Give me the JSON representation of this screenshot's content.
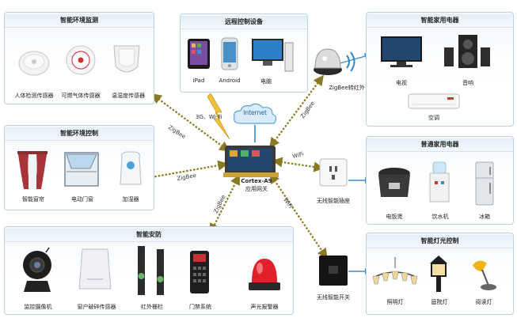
{
  "panels": {
    "env_monitor": {
      "title": "智能环境监测",
      "items": [
        "人体检测传感器",
        "可燃气体传感器",
        "温湿度传感器"
      ]
    },
    "env_control": {
      "title": "智能环境控制",
      "items": [
        "智能窗帘",
        "电动门窗",
        "加湿器"
      ]
    },
    "security": {
      "title": "智能安防",
      "items": [
        "监控摄像机",
        "窗户破碎传感器",
        "红外栅栏",
        "门禁系统",
        "声光报警器"
      ]
    },
    "remote": {
      "title": "远程控制设备",
      "items": [
        "iPad",
        "Android",
        "电脑"
      ]
    },
    "smart_appliance": {
      "title": "智能家用电器",
      "items": [
        "电视",
        "音响",
        "空调"
      ]
    },
    "normal_appliance": {
      "title": "普通家用电器",
      "items": [
        "电饭煲",
        "饮水机",
        "冰箱"
      ]
    },
    "lighting": {
      "title": "智能灯光控制",
      "items": [
        "照明灯",
        "庭院灯",
        "阅读灯"
      ]
    }
  },
  "center": {
    "gateway_line1": "Cortex-A9",
    "gateway_line2": "应用网关",
    "internet": "Internet"
  },
  "nodes": {
    "ir": "ZigBee转红外",
    "socket": "无线智能插座",
    "switch": "无线智能开关"
  },
  "links": {
    "zigbee": "ZigBee",
    "wifi": "WiFi",
    "mobile": "3G、Wi-Fi"
  },
  "colors": {
    "link": "#8a7a22",
    "accent": "#2e73b8"
  }
}
